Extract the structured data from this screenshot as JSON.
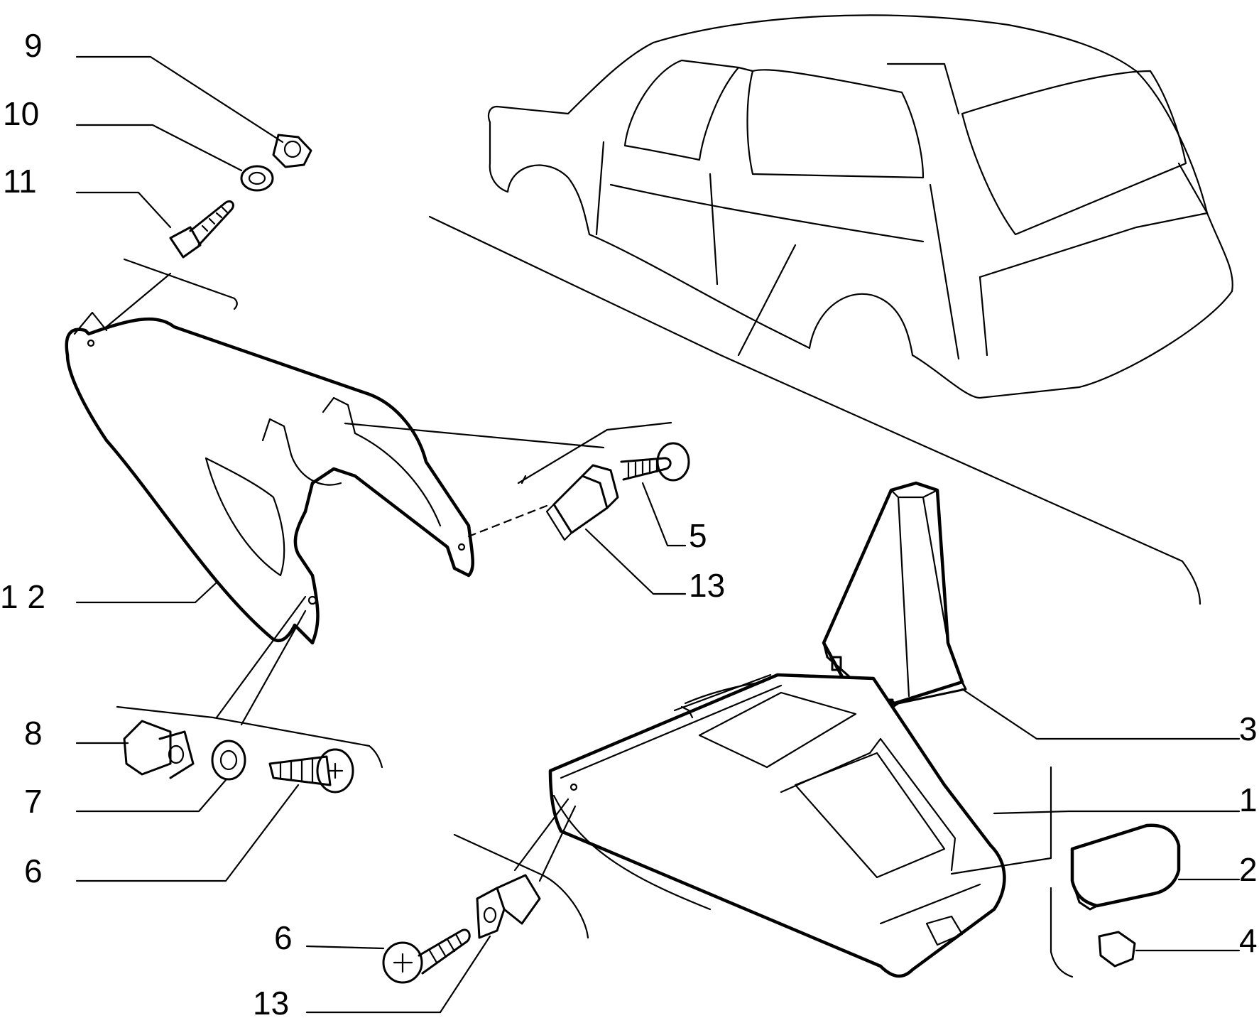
{
  "callouts": [
    {
      "id": "c9",
      "text": "9"
    },
    {
      "id": "c10",
      "text": "10"
    },
    {
      "id": "c11",
      "text": "11"
    },
    {
      "id": "c12",
      "text": "1 2"
    },
    {
      "id": "c5",
      "text": "5"
    },
    {
      "id": "c13a",
      "text": "13"
    },
    {
      "id": "c8",
      "text": "8"
    },
    {
      "id": "c7",
      "text": "7"
    },
    {
      "id": "c6a",
      "text": "6"
    },
    {
      "id": "c6b",
      "text": "6"
    },
    {
      "id": "c13b",
      "text": "13"
    },
    {
      "id": "c3",
      "text": "3"
    },
    {
      "id": "c1",
      "text": "1"
    },
    {
      "id": "c2",
      "text": "2"
    },
    {
      "id": "c4",
      "text": "4"
    }
  ]
}
